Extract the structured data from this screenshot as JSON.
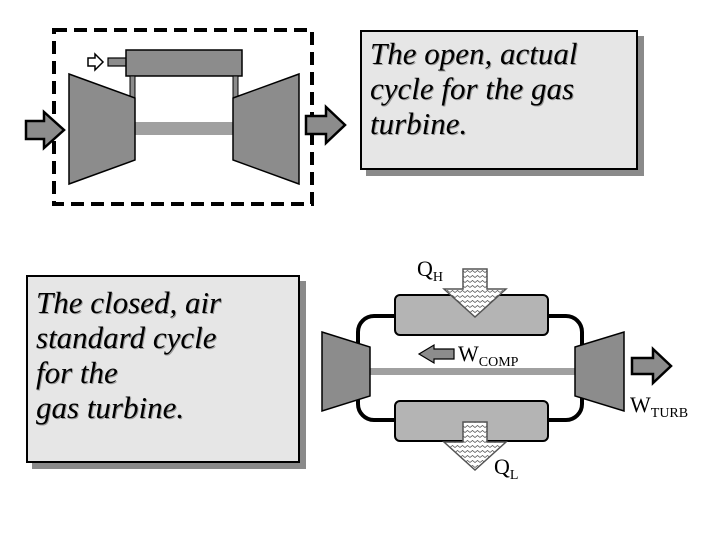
{
  "captions": {
    "open": [
      "The open, actual",
      "cycle for the gas",
      "turbine."
    ],
    "closed": [
      "The closed, air",
      "standard cycle",
      "for the",
      "gas turbine."
    ]
  },
  "labels": {
    "q_h": {
      "main": "Q",
      "sub": "H"
    },
    "w_comp": {
      "main": "W",
      "sub": "COMP"
    },
    "w_turb": {
      "main": "W",
      "sub": "TURB"
    },
    "q_l": {
      "main": "Q",
      "sub": "L"
    }
  },
  "colors": {
    "component_fill": "#8c8c8c",
    "heat_exchanger_fill": "#b4b4b4",
    "caption_bg": "#e6e6e6",
    "shadow": "#8a8a8a"
  }
}
